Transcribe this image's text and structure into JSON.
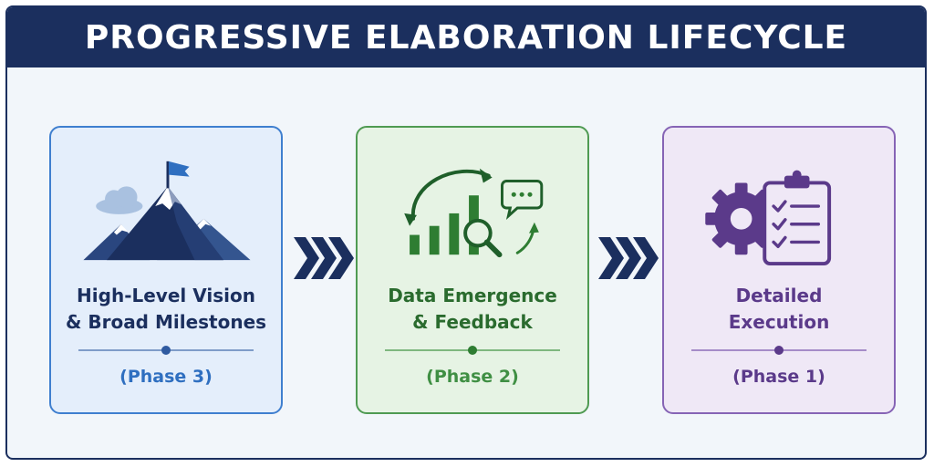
{
  "title": "PROGRESSIVE ELABORATION LIFECYCLE",
  "colors": {
    "navy": "#1b2f5e",
    "blue": "#2f6fc0",
    "green": "#2e7d32",
    "purple": "#5b3a8a"
  },
  "cards": [
    {
      "icon": "mountain-flag-icon",
      "title_lines": [
        "High-Level Vision",
        "& Broad Milestones"
      ],
      "phase": "(Phase 3)"
    },
    {
      "icon": "chart-feedback-icon",
      "title_lines": [
        "Data Emergence",
        "& Feedback"
      ],
      "phase": "(Phase 2)"
    },
    {
      "icon": "gear-checklist-icon",
      "title_lines": [
        "Detailed",
        "Execution"
      ],
      "phase": "(Phase 1)"
    }
  ]
}
